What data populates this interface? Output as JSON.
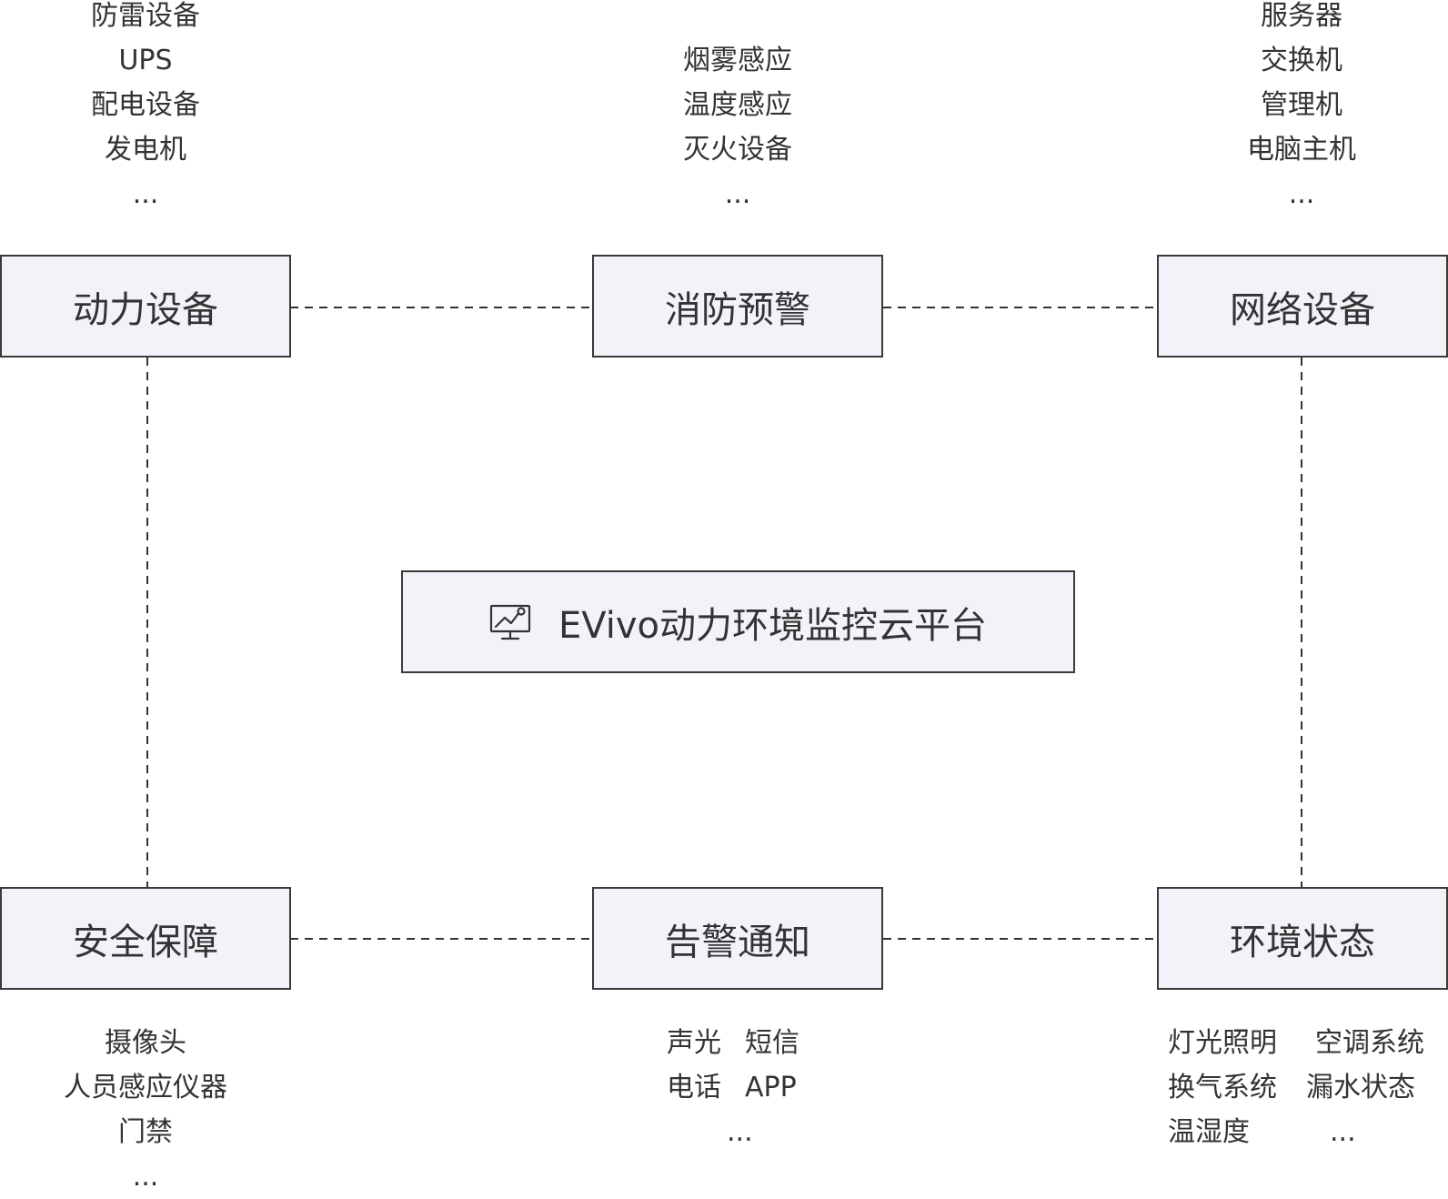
{
  "center": {
    "label": "EVivo动力环境监控云平台",
    "icon": "monitor-chart-icon"
  },
  "nodes": {
    "power": {
      "label": "动力设备",
      "items": [
        "防雷设备",
        "UPS",
        "配电设备",
        "发电机",
        "..."
      ]
    },
    "fire": {
      "label": "消防预警",
      "items": [
        "烟雾感应",
        "温度感应",
        "灭火设备",
        "..."
      ]
    },
    "network": {
      "label": "网络设备",
      "items": [
        "服务器",
        "交换机",
        "管理机",
        "电脑主机",
        "..."
      ]
    },
    "security": {
      "label": "安全保障",
      "items": [
        "摄像头",
        "人员感应仪器",
        "门禁",
        "..."
      ]
    },
    "alarm": {
      "label": "告警通知",
      "rows": [
        [
          "声光",
          "短信"
        ],
        [
          "电话",
          "APP"
        ],
        [
          "...",
          ""
        ]
      ]
    },
    "environment": {
      "label": "环境状态",
      "rows": [
        [
          "灯光照明",
          "空调系统"
        ],
        [
          "换气系统",
          "漏水状态"
        ],
        [
          "温湿度",
          "..."
        ]
      ]
    }
  },
  "colors": {
    "border": "#3a3a3a",
    "fill": "#f2f3f8",
    "text": "#333333",
    "connector": "#333333"
  }
}
